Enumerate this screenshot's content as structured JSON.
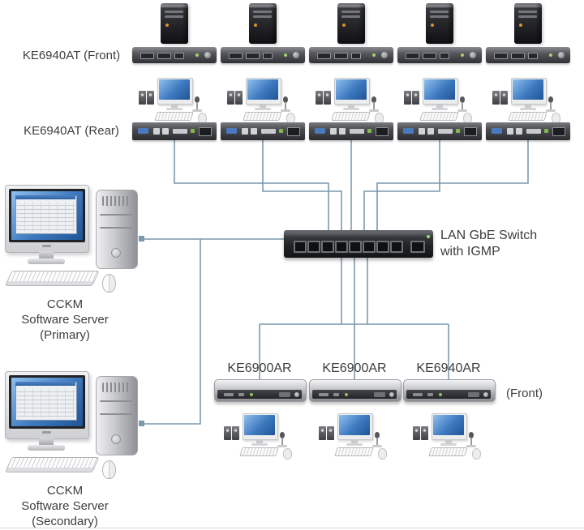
{
  "colors": {
    "wire": "#7b99ad",
    "text": "#3e3e3e"
  },
  "labels": {
    "front_row": "KE6940AT (Front)",
    "rear_row": "KE6940AT (Rear)"
  },
  "switch": {
    "line1": "LAN GbE Switch",
    "line2": "with IGMP"
  },
  "servers": [
    {
      "line1": "CCKM",
      "line2": "Software Server",
      "line3": "(Primary)"
    },
    {
      "line1": "CCKM",
      "line2": "Software Server",
      "line3": "(Secondary)"
    }
  ],
  "receivers": [
    {
      "label": "KE6900AR"
    },
    {
      "label": "KE6900AR"
    },
    {
      "label": "KE6940AR",
      "suffix": "(Front)"
    }
  ]
}
